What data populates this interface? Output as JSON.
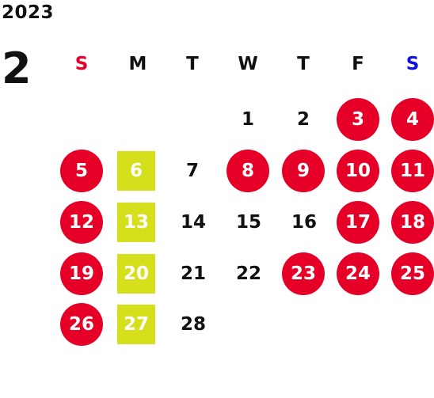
{
  "calendar": {
    "year": "2023",
    "month": "2",
    "weekdays": [
      {
        "label": "S",
        "color": "#e60027"
      },
      {
        "label": "M",
        "color": "#111111"
      },
      {
        "label": "T",
        "color": "#111111"
      },
      {
        "label": "W",
        "color": "#111111"
      },
      {
        "label": "T",
        "color": "#111111"
      },
      {
        "label": "F",
        "color": "#111111"
      },
      {
        "label": "S",
        "color": "#1010e0"
      }
    ],
    "days": [
      {
        "day": "1",
        "status": "normal"
      },
      {
        "day": "2",
        "status": "normal"
      },
      {
        "day": "3",
        "status": "holiday"
      },
      {
        "day": "4",
        "status": "holiday"
      },
      {
        "day": "5",
        "status": "holiday"
      },
      {
        "day": "6",
        "status": "closed"
      },
      {
        "day": "7",
        "status": "normal"
      },
      {
        "day": "8",
        "status": "holiday"
      },
      {
        "day": "9",
        "status": "holiday"
      },
      {
        "day": "10",
        "status": "holiday"
      },
      {
        "day": "11",
        "status": "holiday"
      },
      {
        "day": "12",
        "status": "holiday"
      },
      {
        "day": "13",
        "status": "closed"
      },
      {
        "day": "14",
        "status": "normal"
      },
      {
        "day": "15",
        "status": "normal"
      },
      {
        "day": "16",
        "status": "normal"
      },
      {
        "day": "17",
        "status": "holiday"
      },
      {
        "day": "18",
        "status": "holiday"
      },
      {
        "day": "19",
        "status": "holiday"
      },
      {
        "day": "20",
        "status": "closed"
      },
      {
        "day": "21",
        "status": "normal"
      },
      {
        "day": "22",
        "status": "normal"
      },
      {
        "day": "23",
        "status": "holiday"
      },
      {
        "day": "24",
        "status": "holiday"
      },
      {
        "day": "25",
        "status": "holiday"
      },
      {
        "day": "26",
        "status": "holiday"
      },
      {
        "day": "27",
        "status": "closed"
      },
      {
        "day": "28",
        "status": "normal"
      }
    ],
    "colors": {
      "holiday": "#e60027",
      "closed": "#d5df1c",
      "text": "#111111"
    }
  }
}
